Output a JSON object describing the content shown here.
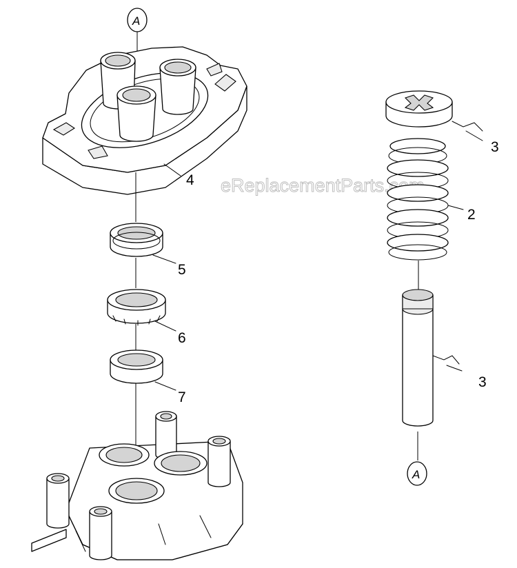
{
  "watermark": "eReplacementParts.com",
  "callouts": {
    "top_left": "A",
    "bottom_right": "A"
  },
  "part_numbers": {
    "housing": "4",
    "seal_upper": "5",
    "seal_mid": "6",
    "seal_lower": "7",
    "retainer": "3",
    "spring": "2",
    "piston": "3"
  }
}
